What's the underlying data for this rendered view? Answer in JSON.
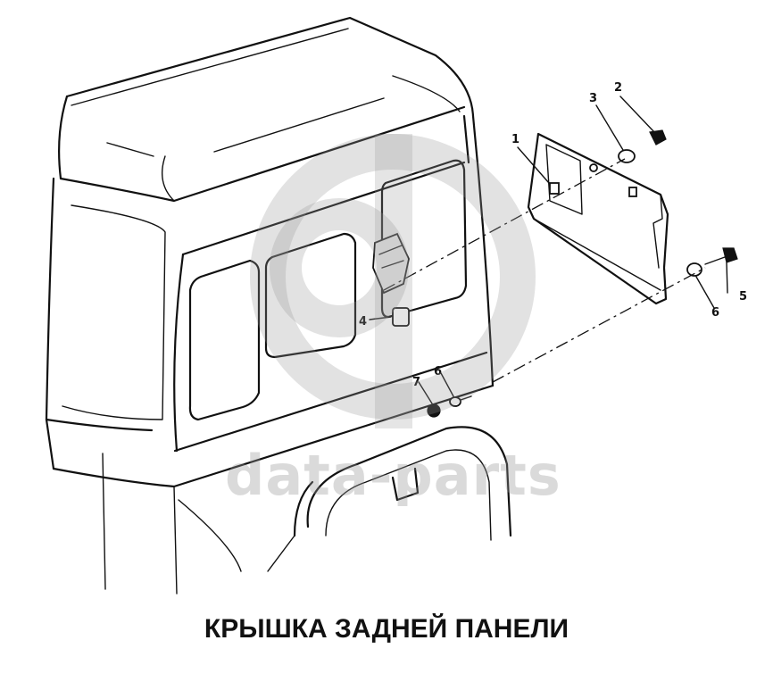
{
  "title": "КРЫШКА ЗАДНЕЙ ПАНЕЛИ",
  "watermark": "data-parts",
  "callouts": [
    "1",
    "2",
    "3",
    "4",
    "5",
    "6",
    "6",
    "7"
  ],
  "colors": {
    "line": "#111111",
    "watermark": "#969696"
  }
}
